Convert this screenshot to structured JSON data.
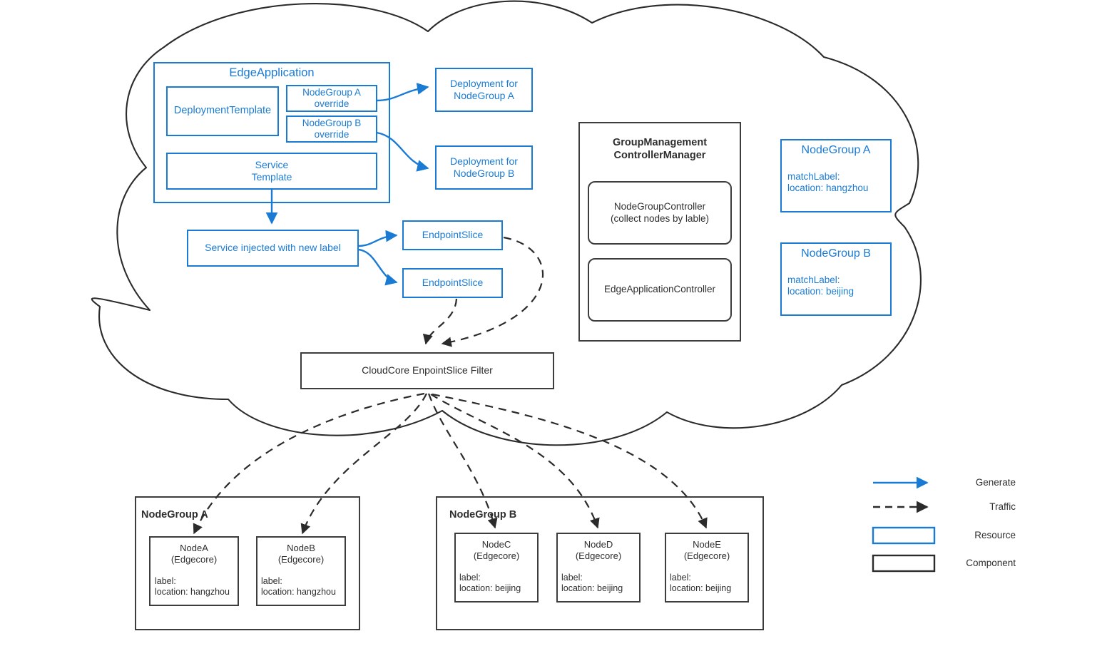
{
  "diagram": {
    "title": "KubeEdge EdgeApplication / NodeGroup architecture",
    "colors": {
      "resource_blue": "#1a7bd4",
      "component_dark": "#404040",
      "text_dark": "#2e2e2e",
      "background": "#ffffff"
    }
  },
  "cloud": {
    "name": "cloud-boundary"
  },
  "edge_application": {
    "title": "EdgeApplication",
    "deployment_template": "DeploymentTemplate",
    "overrides": [
      {
        "label": "NodeGroup A\noverride"
      },
      {
        "label": "NodeGroup B\noverride"
      }
    ],
    "service_template": "Service\nTemplate"
  },
  "generated": {
    "deployments": [
      {
        "label": "Deployment for\nNodeGroup A"
      },
      {
        "label": "Deployment for\nNodeGroup B"
      }
    ],
    "service": "Service injected with new label",
    "endpoint_slices": [
      {
        "label": "EndpointSlice"
      },
      {
        "label": "EndpointSlice"
      }
    ]
  },
  "cloudcore_filter": {
    "label": "CloudCore EnpointSlice Filter"
  },
  "controller_manager": {
    "title": "GroupManagement\nControllerManager",
    "controllers": [
      {
        "label": "NodeGroupController\n(collect nodes by lable)"
      },
      {
        "label": "EdgeApplicationController"
      }
    ]
  },
  "nodegroup_resources": [
    {
      "title": "NodeGroup A",
      "body": "matchLabel:\n   location: hangzhou"
    },
    {
      "title": "NodeGroup B",
      "body": "matchLabel:\n   location: beijing"
    }
  ],
  "node_groups": [
    {
      "title": "NodeGroup A",
      "nodes": [
        {
          "name": "NodeA\n(Edgecore)",
          "label": "label:\n   location: hangzhou"
        },
        {
          "name": "NodeB\n(Edgecore)",
          "label": "label:\n   location: hangzhou"
        }
      ]
    },
    {
      "title": "NodeGroup B",
      "nodes": [
        {
          "name": "NodeC\n(Edgecore)",
          "label": "label:\n   location: beijing"
        },
        {
          "name": "NodeD\n(Edgecore)",
          "label": "label:\n   location: beijing"
        },
        {
          "name": "NodeE\n(Edgecore)",
          "label": "label:\n   location: beijing"
        }
      ]
    }
  ],
  "legend": {
    "items": [
      {
        "kind": "solid-arrow",
        "label": "Generate"
      },
      {
        "kind": "dashed-arrow",
        "label": "Traffic"
      },
      {
        "kind": "blue-box",
        "label": "Resource"
      },
      {
        "kind": "dark-box",
        "label": "Component"
      }
    ]
  }
}
